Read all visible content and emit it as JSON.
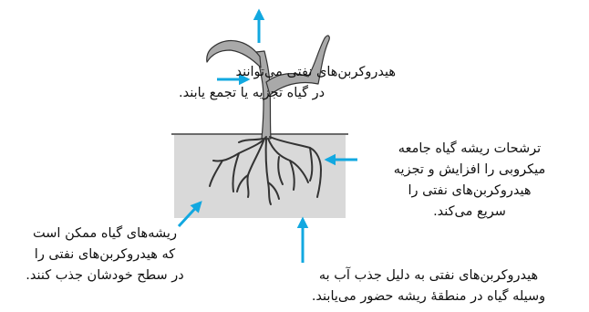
{
  "colors": {
    "arrow": "#12a8e0",
    "soil": "#d9d9d9",
    "plant_fill": "#a9a9a9",
    "outline": "#333333",
    "ground_line": "#6b6b6b"
  },
  "labels": {
    "uptake_plant": [
      "هیدروکربن‌های نفتی می‌توانند",
      "در گیاه تجزیه یا تجمع یابند."
    ],
    "exudates": [
      "ترشحات ریشه گیاه جامعه",
      "میکروبی را افزایش و تجزیه",
      "هیدروکربن‌های نفتی را",
      "سریع می‌کند."
    ],
    "root_adsorption": [
      "ریشه‌های گیاه ممکن است",
      "که هیدروکربن‌های نفتی را",
      "در سطح خودشان جذب کنند."
    ],
    "water_uptake": [
      "هیدروکربن‌های نفتی به دلیل جذب آب به",
      "وسیله گیاه در منطقهٔ ریشه حضور می‌یابند."
    ]
  }
}
